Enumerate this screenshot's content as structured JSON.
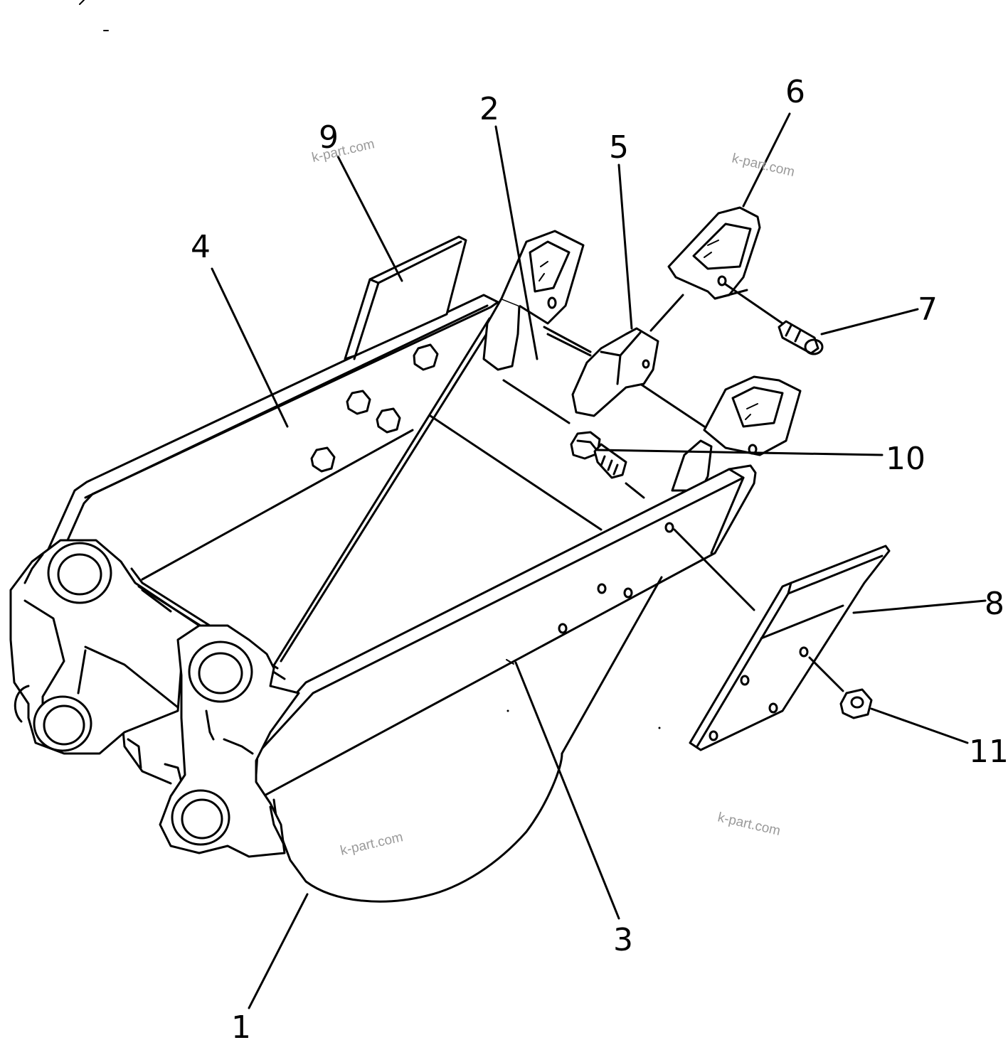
{
  "diagram": {
    "callouts": [
      {
        "id": "1",
        "label": "1"
      },
      {
        "id": "2",
        "label": "2"
      },
      {
        "id": "3",
        "label": "3"
      },
      {
        "id": "4",
        "label": "4"
      },
      {
        "id": "5",
        "label": "5"
      },
      {
        "id": "6",
        "label": "6"
      },
      {
        "id": "7",
        "label": "7"
      },
      {
        "id": "8",
        "label": "8"
      },
      {
        "id": "9",
        "label": "9"
      },
      {
        "id": "10",
        "label": "10"
      },
      {
        "id": "11",
        "label": "11"
      }
    ],
    "watermarks": [
      "k-part.com",
      "k-part.com",
      "k-part.com",
      "k-part.com"
    ]
  }
}
